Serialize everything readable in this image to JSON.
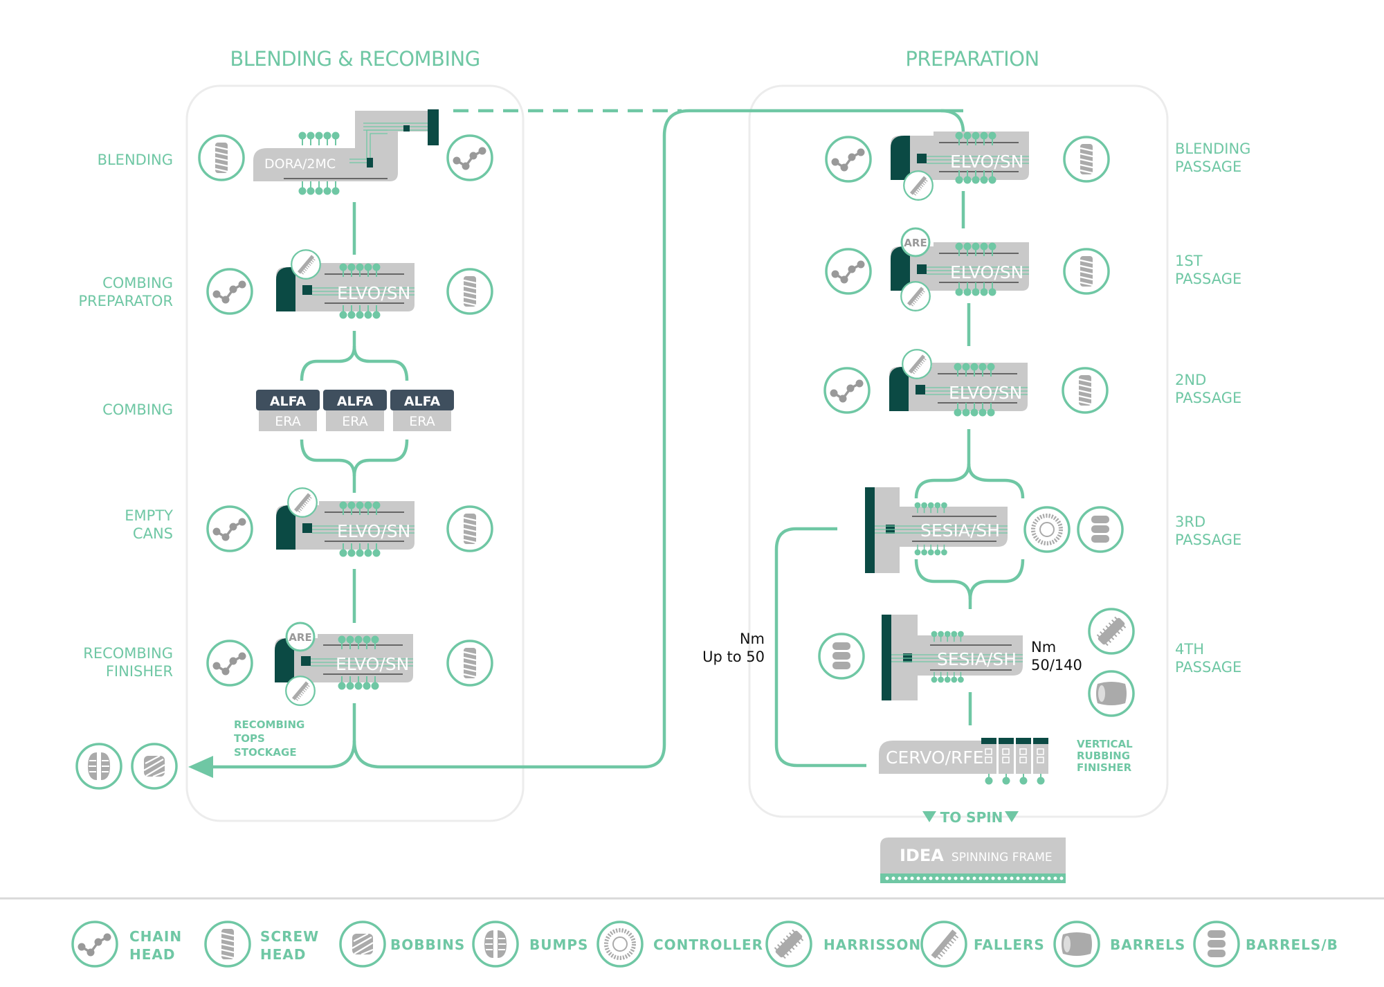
{
  "sections": {
    "left_title": "BLENDING & RECOMBING",
    "right_title": "PREPARATION"
  },
  "left_stages": {
    "blending": "BLENDING",
    "combing_preparator_1": "COMBING",
    "combing_preparator_2": "PREPARATOR",
    "combing": "COMBING",
    "empty_cans_1": "EMPTY",
    "empty_cans_2": "CANS",
    "recombing_finisher_1": "RECOMBING",
    "recombing_finisher_2": "FINISHER"
  },
  "right_stages": {
    "blending_passage_1": "BLENDING",
    "blending_passage_2": "PASSAGE",
    "first_passage_1": "1ST",
    "first_passage_2": "PASSAGE",
    "second_passage_1": "2ND",
    "second_passage_2": "PASSAGE",
    "third_passage_1": "3RD",
    "third_passage_2": "PASSAGE",
    "fourth_passage_1": "4TH",
    "fourth_passage_2": "PASSAGE"
  },
  "machines": {
    "dora": "DORA/2MC",
    "elvo": "ELVO/SN",
    "sesia": "SESIA/SH",
    "cervo": "CERVO/RFE",
    "alfa": "ALFA",
    "era": "ERA",
    "are": "ARE"
  },
  "notes": {
    "stockage_1": "RECOMBING",
    "stockage_2": "TOPS",
    "stockage_3": "STOCKAGE",
    "nm_left_1": "Nm",
    "nm_left_2": "Up to 50",
    "nm_right_1": "Nm",
    "nm_right_2": "50/140",
    "vertical_1": "VERTICAL",
    "vertical_2": "RUBBING",
    "vertical_3": "FINISHER",
    "to_spin": "TO SPIN",
    "idea_bold": "IDEA",
    "idea_rest": "SPINNING FRAME"
  },
  "legend": {
    "chain_head_1": "CHAIN",
    "chain_head_2": "HEAD",
    "screw_head_1": "SCREW",
    "screw_head_2": "HEAD",
    "bobbins": "BOBBINS",
    "bumps": "BUMPS",
    "controller": "CONTROLLER",
    "harrisson": "HARRISSON",
    "fallers": "FALLERS",
    "barrels": "BARRELS",
    "barrels_b": "BARRELS/B"
  },
  "colors": {
    "accent": "#6fc7a4",
    "dark_teal": "#0b4a44",
    "machine_grey": "#c9c9c9",
    "alfa_dark": "#3f4f5e"
  },
  "icons": [
    "chain-head-icon",
    "screw-head-icon",
    "bobbins-icon",
    "bumps-icon",
    "controller-icon",
    "harrisson-icon",
    "fallers-icon",
    "barrels-icon",
    "barrels-b-icon"
  ]
}
